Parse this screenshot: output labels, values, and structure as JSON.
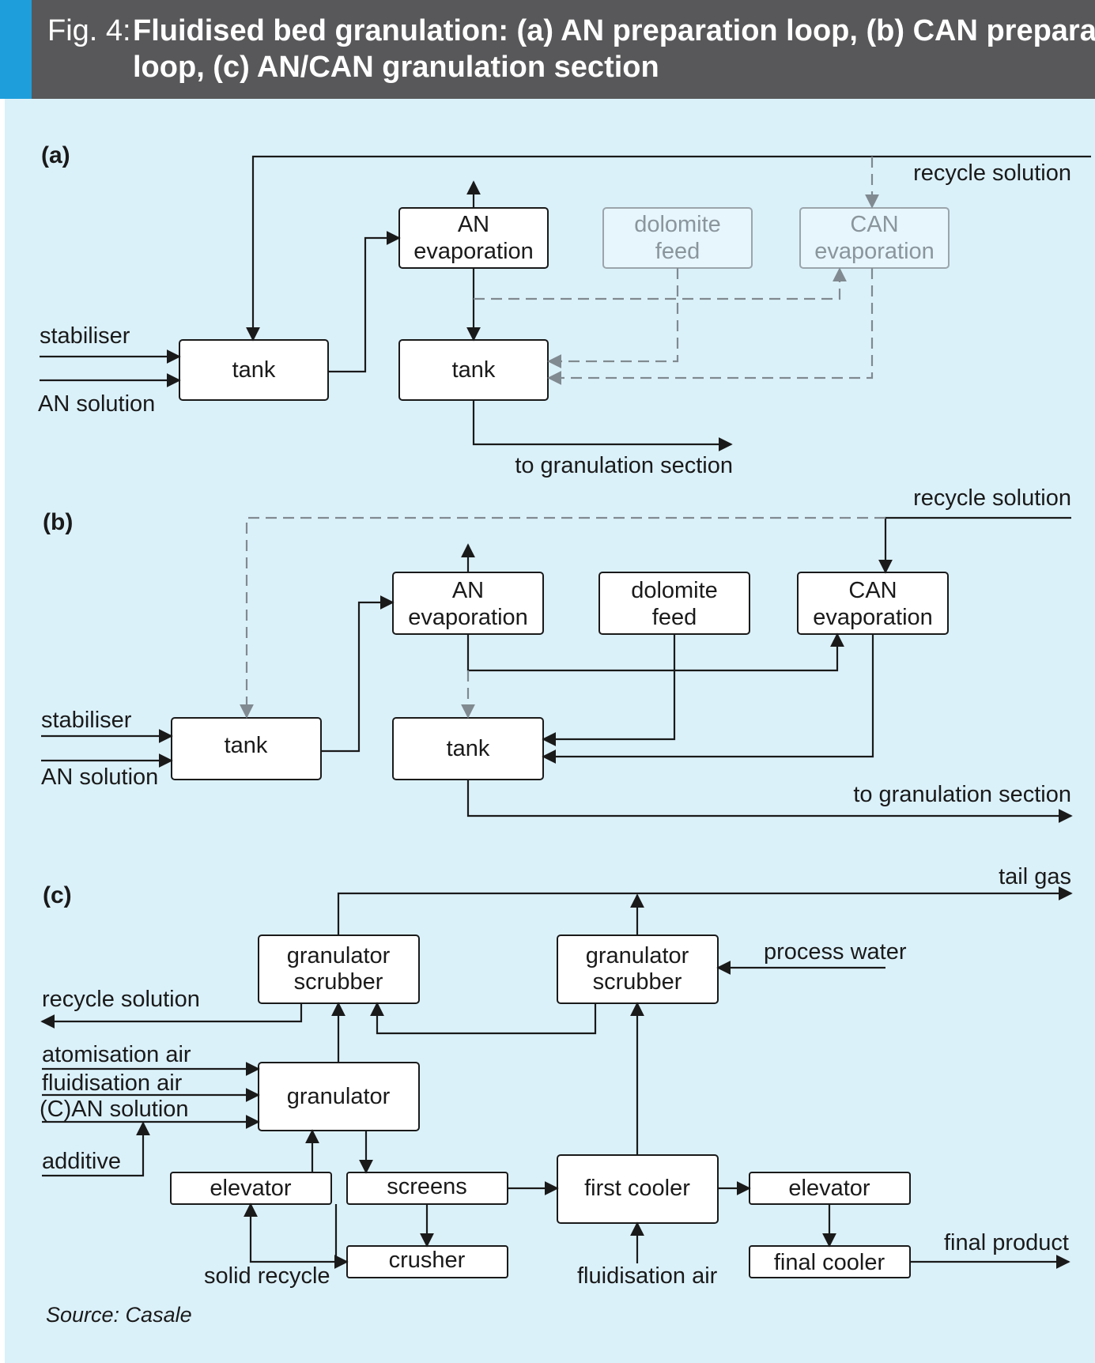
{
  "header": {
    "fig_label": "Fig. 4:",
    "title_line1": "Fluidised bed granulation: (a) AN preparation loop, (b) CAN preparation",
    "title_line2": "loop, (c) AN/CAN granulation section"
  },
  "colors": {
    "header_bg": "#58585a",
    "accent": "#1e9fdb",
    "panel_bg": "#dbf1fa",
    "line": "#1a1a1a",
    "dashed": "#808a90"
  },
  "a": {
    "label": "(a)",
    "recycle": "recycle solution",
    "an_evap": [
      "AN",
      "evaporation"
    ],
    "dolomite": [
      "dolomite",
      "feed"
    ],
    "can_evap": [
      "CAN",
      "evaporation"
    ],
    "stabiliser": "stabiliser",
    "an_solution": "AN solution",
    "tank1": "tank",
    "tank2": "tank",
    "to_gran": "to granulation section"
  },
  "b": {
    "label": "(b)",
    "recycle": "recycle solution",
    "an_evap": [
      "AN",
      "evaporation"
    ],
    "dolomite": [
      "dolomite",
      "feed"
    ],
    "can_evap": [
      "CAN",
      "evaporation"
    ],
    "stabiliser": "stabiliser",
    "an_solution": "AN solution",
    "tank1": "tank",
    "tank2": "tank",
    "to_gran": "to granulation section"
  },
  "c": {
    "label": "(c)",
    "tail_gas": "tail gas",
    "scrubber1": [
      "granulator",
      "scrubber"
    ],
    "scrubber2": [
      "granulator",
      "scrubber"
    ],
    "process_water": "process water",
    "recycle": "recycle solution",
    "atom_air": "atomisation air",
    "fluid_air": "fluidisation air",
    "can_solution": "(C)AN solution",
    "additive": "additive",
    "granulator": "granulator",
    "elevator1": "elevator",
    "screens": "screens",
    "crusher": "crusher",
    "solid_recycle": "solid recycle",
    "first_cooler": "first cooler",
    "fluid_air2": "fluidisation air",
    "elevator2": "elevator",
    "final_cooler": "final cooler",
    "final_product": "final product"
  },
  "source": "Source: Casale"
}
